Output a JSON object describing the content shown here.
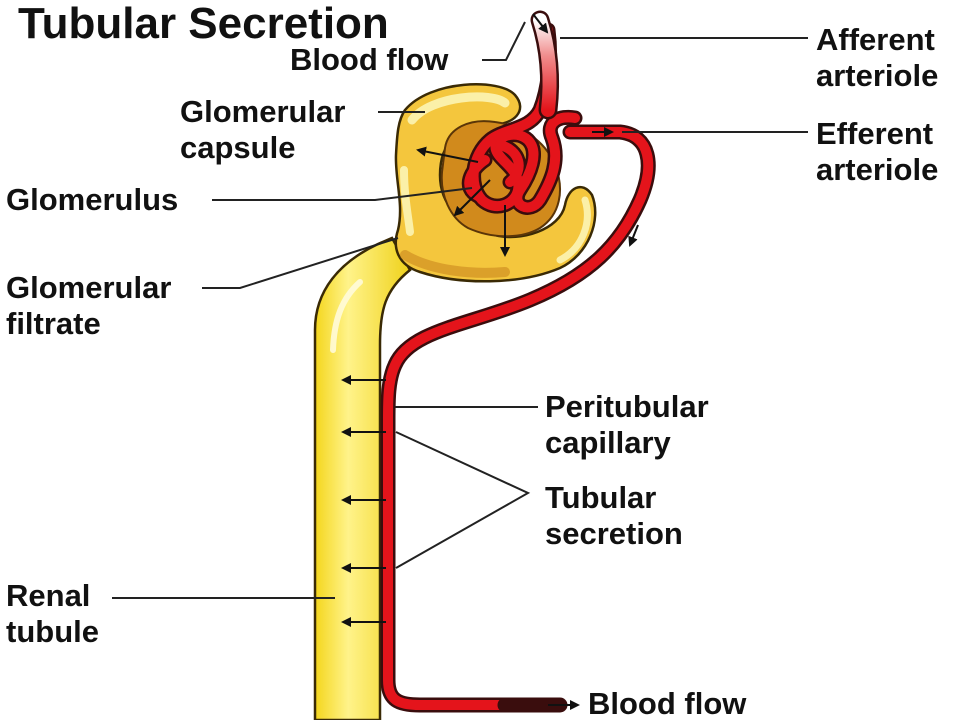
{
  "title": "Tubular Secretion",
  "labels": {
    "blood_flow_top": "Blood flow",
    "afferent": [
      "Afferent",
      "arteriole"
    ],
    "efferent": [
      "Efferent",
      "arteriole"
    ],
    "glomerular_capsule": [
      "Glomerular",
      "capsule"
    ],
    "glomerulus": "Glomerulus",
    "glomerular_filtrate": [
      "Glomerular",
      "filtrate"
    ],
    "peritubular_capillary": [
      "Peritubular",
      "capillary"
    ],
    "tubular_secretion": [
      "Tubular",
      "secretion"
    ],
    "renal_tubule": [
      "Renal",
      "tubule"
    ],
    "blood_flow_bottom": "Blood flow"
  },
  "colors": {
    "tubule_yellow": "#f7e231",
    "capsule_gold": "#f2b632",
    "capsule_dark": "#d18a1c",
    "capsule_light": "#fbf0a8",
    "vessel_red": "#e4141b",
    "vessel_outline": "#3a0d0d",
    "label_ink": "#111111",
    "leader_line": "#222222"
  }
}
